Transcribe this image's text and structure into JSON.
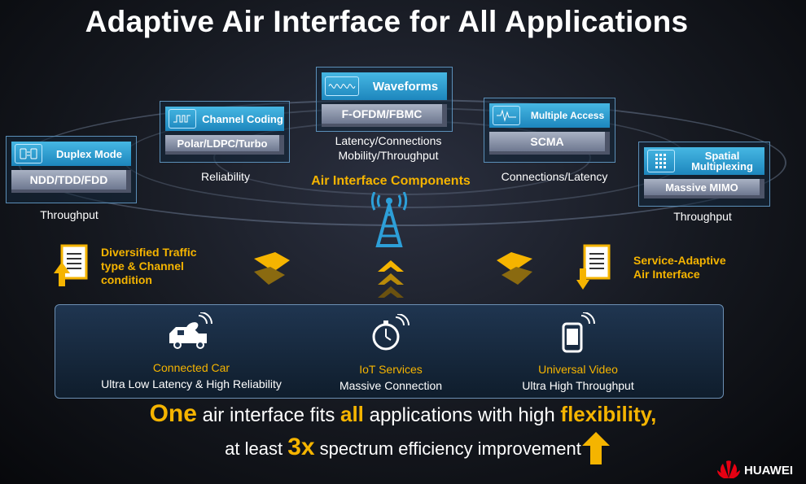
{
  "title": "Adaptive Air Interface for All Applications",
  "center_label": "Air Interface Components",
  "components": [
    {
      "name": "Duplex Mode",
      "sub": "NDD/TDD/FDD",
      "caption": "Throughput",
      "icon": "duplex-phone-icon"
    },
    {
      "name": "Channel Coding",
      "sub": "Polar/LDPC/Turbo",
      "caption": "Reliability",
      "icon": "channel-coding-icon"
    },
    {
      "name": "Waveforms",
      "sub": "F-OFDM/FBMC",
      "caption": "Latency/Connections",
      "caption2": "Mobility/Throughput",
      "icon": "waveform-icon"
    },
    {
      "name": "Multiple Access",
      "sub": "SCMA",
      "caption": "Connections/Latency",
      "icon": "multiple-access-icon"
    },
    {
      "name": "Spatial",
      "name2": "Multiplexing",
      "sub": "Massive MIMO",
      "caption": "Throughput",
      "icon": "antenna-grid-icon"
    }
  ],
  "left_note": {
    "line1": "Diversified Traffic",
    "line2": "type & Channel",
    "line3": "condition"
  },
  "right_note": {
    "line1": "Service-Adaptive",
    "line2": "Air Interface"
  },
  "apps": [
    {
      "title": "Connected Car",
      "desc": "Ultra Low Latency & High Reliability",
      "icon": "car-icon"
    },
    {
      "title": "IoT Services",
      "desc": "Massive Connection",
      "icon": "stopwatch-icon"
    },
    {
      "title": "Universal Video",
      "desc": "Ultra High Throughput",
      "icon": "phone-icon"
    }
  ],
  "bottom": {
    "one": "One",
    "text1": " air interface fits ",
    "all": "all",
    "text2": " applications with high ",
    "flex": "flexibility,",
    "text3": "at least ",
    "three": "3x",
    "text4": " spectrum efficiency improvement"
  },
  "brand": "HUAWEI",
  "colors": {
    "accent": "#f5b400",
    "blue": "#2d9fd8"
  }
}
